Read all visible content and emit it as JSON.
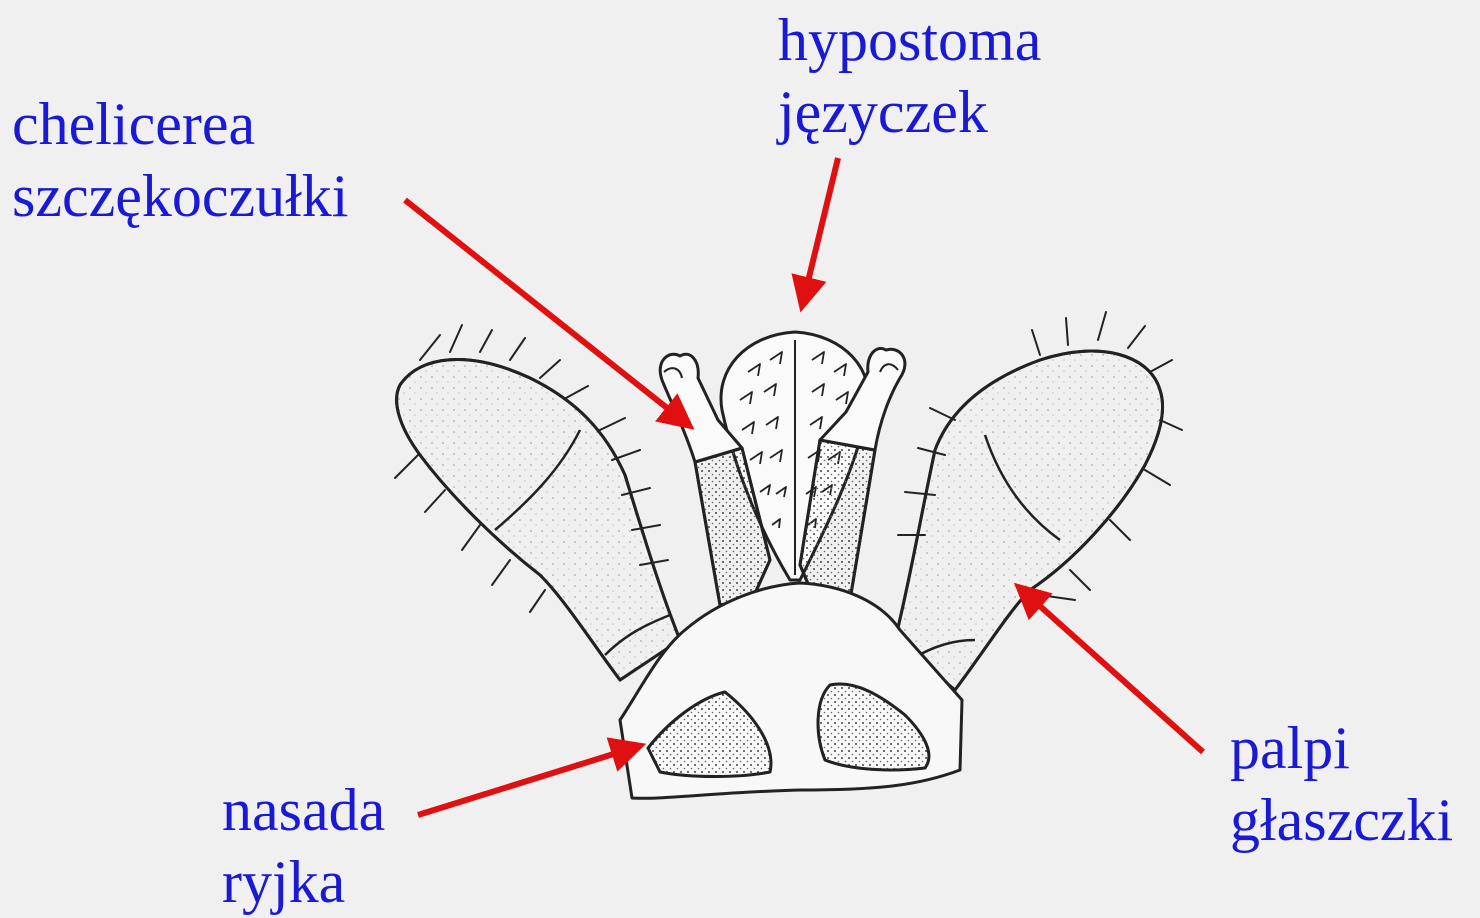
{
  "labels": {
    "chelicerae": {
      "line1": "chelicerea",
      "line2": "szczękoczułki"
    },
    "hypostome": {
      "line1": "hypostoma",
      "line2": "języczek"
    },
    "palpi": {
      "line1": "palpi",
      "line2": "głaszczki"
    },
    "basis_capituli": {
      "line1": "nasada",
      "line2": "ryjka"
    }
  },
  "colors": {
    "label_text": "#1a1ad6",
    "arrow": "#e01010",
    "drawing_line": "#222222",
    "background": "#f0f0f0"
  }
}
